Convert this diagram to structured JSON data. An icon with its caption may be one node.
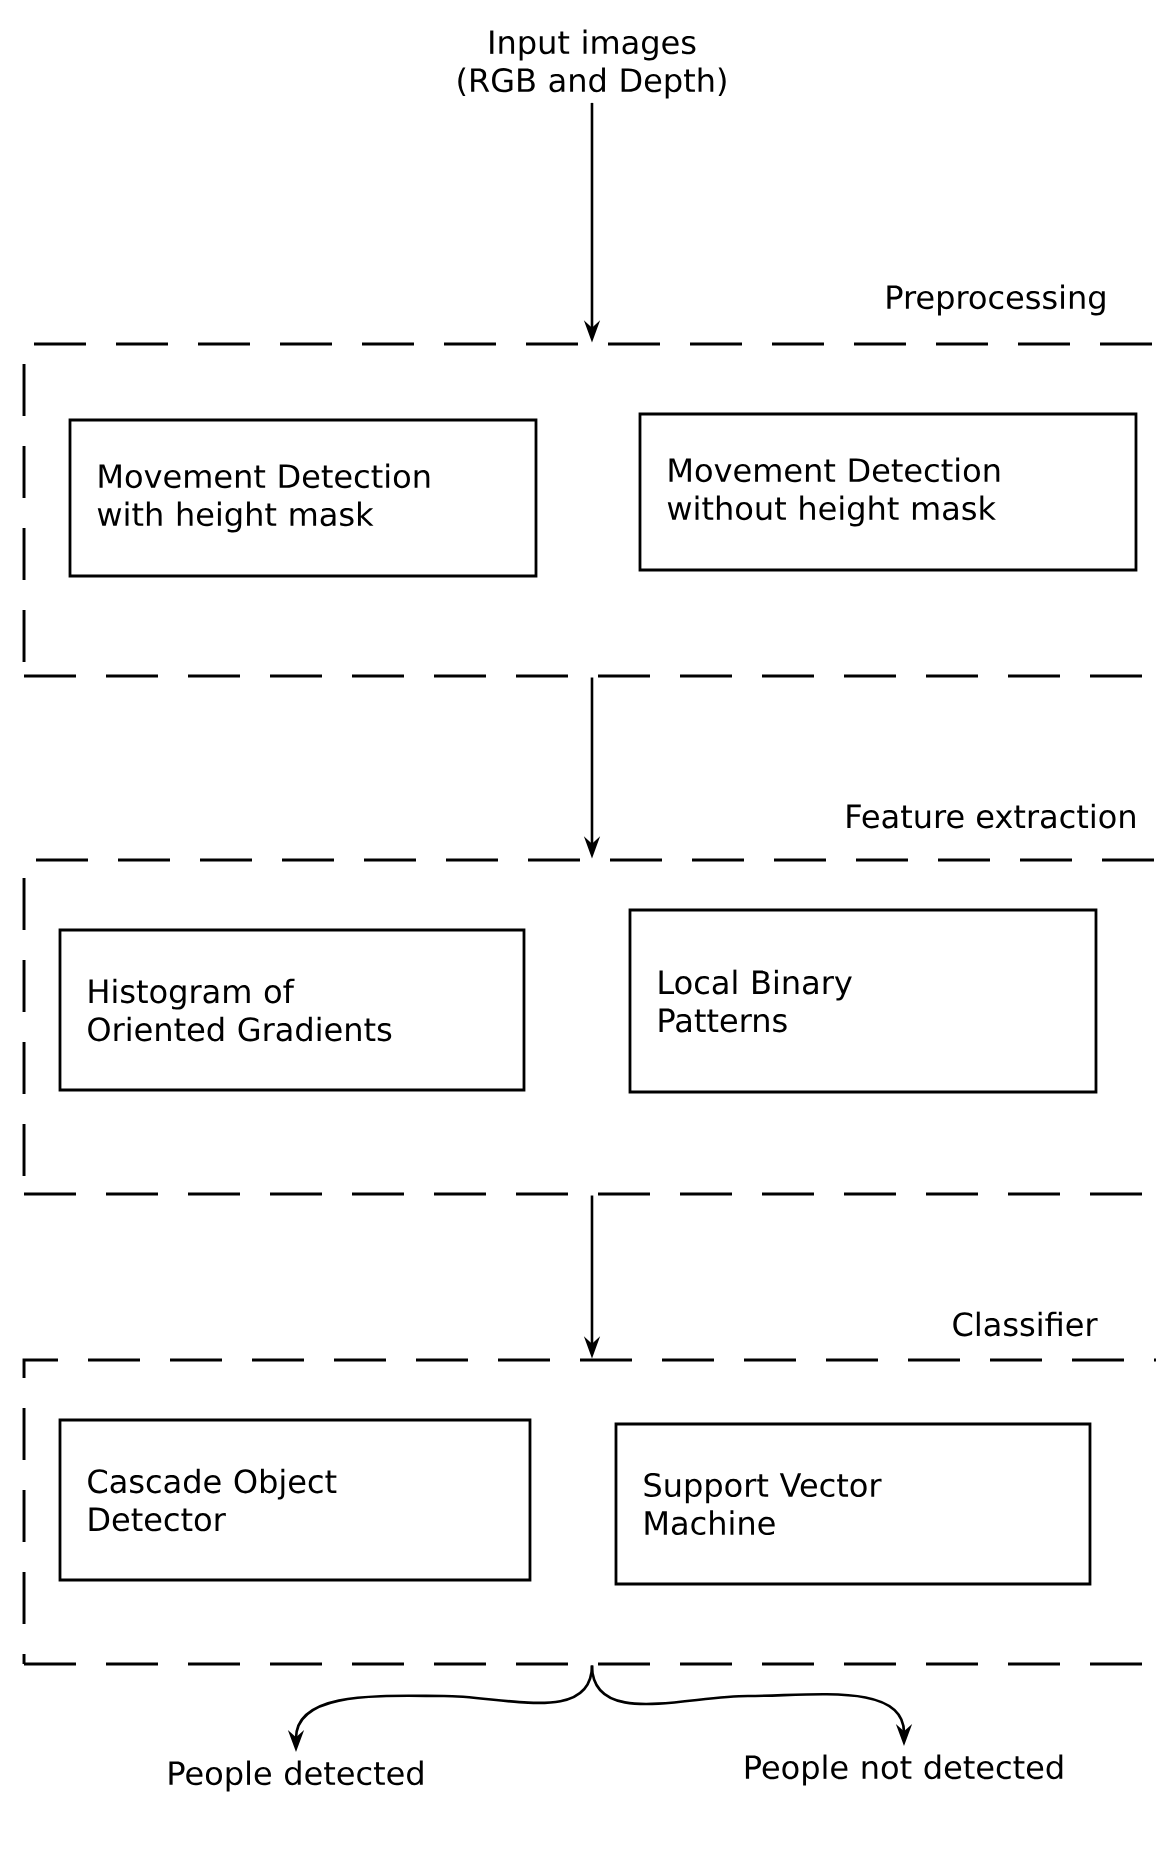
{
  "diagram": {
    "nodes": [
      {
        "text": [
          "Input images (RGB and Depth)"
        ]
      },
      {
        "text": [
          "Preprocessing"
        ]
      },
      {
        "text": [
          "Movement Detection with height mask"
        ],
        "in": 1
      },
      {
        "text": [
          "Movement Detection without height mask"
        ],
        "in": 1
      },
      {
        "text": [
          "Feature extraction"
        ]
      },
      {
        "text": [
          "Histogram of Oriented Gradients"
        ],
        "in": 4
      },
      {
        "text": [
          "Local Binary Patterns"
        ],
        "in": 4
      },
      {
        "text": [
          "Classifier"
        ]
      },
      {
        "text": [
          "Cascade Object Detector"
        ],
        "in": 7
      },
      {
        "text": [
          "Support Vector Machine"
        ],
        "in": 7
      },
      {
        "text": [
          "People detected"
        ]
      },
      {
        "text": [
          "People not detected"
        ]
      }
    ],
    "edges": [
      {
        "from": 0,
        "to": 1,
        "arrow": "to"
      },
      {
        "from": 1,
        "to": 4,
        "arrow": "to"
      },
      {
        "from": 4,
        "to": 7,
        "arrow": "to"
      },
      {
        "from": 7,
        "to": 10,
        "arrow": "to"
      },
      {
        "from": 7,
        "to": 11,
        "arrow": "to"
      }
    ]
  }
}
